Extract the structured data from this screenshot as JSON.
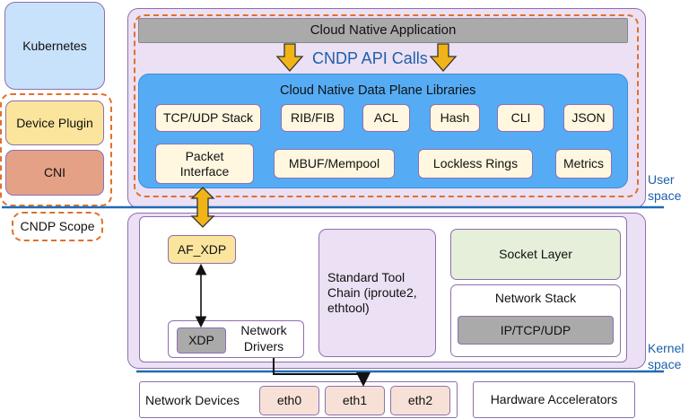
{
  "left": {
    "kubernetes": "Kubernetes",
    "device_plugin": "Device Plugin",
    "cni": "CNI",
    "cndp_scope": "CNDP Scope"
  },
  "user": {
    "app": "Cloud Native Application",
    "api_calls": "CNDP API Calls",
    "libs_title": "Cloud Native Data Plane Libraries",
    "libs": [
      "TCP/UDP Stack",
      "RIB/FIB",
      "ACL",
      "Hash",
      "CLI",
      "JSON"
    ],
    "packet_interface": "Packet Interface",
    "mbuf": "MBUF/Mempool",
    "lockless": "Lockless Rings",
    "metrics": "Metrics",
    "space_label": "User space"
  },
  "kernel": {
    "af_xdp": "AF_XDP",
    "xdp": "XDP",
    "network_drivers": "Network Drivers",
    "toolchain": "Standard Tool Chain (iproute2, ethtool)",
    "socket_layer": "Socket Layer",
    "network_stack": "Network Stack",
    "ip_tcp_udp": "IP/TCP/UDP",
    "space_label": "Kernel space"
  },
  "hardware": {
    "network_devices": "Network Devices",
    "eth": [
      "eth0",
      "eth1",
      "eth2"
    ],
    "accelerators": "Hardware Accelerators"
  },
  "colors": {
    "lavender": "#ece0f4",
    "blue": "#55acf5",
    "orange": "#e0702a",
    "gold": "#f0b419",
    "line_blue": "#1f6bb5"
  }
}
